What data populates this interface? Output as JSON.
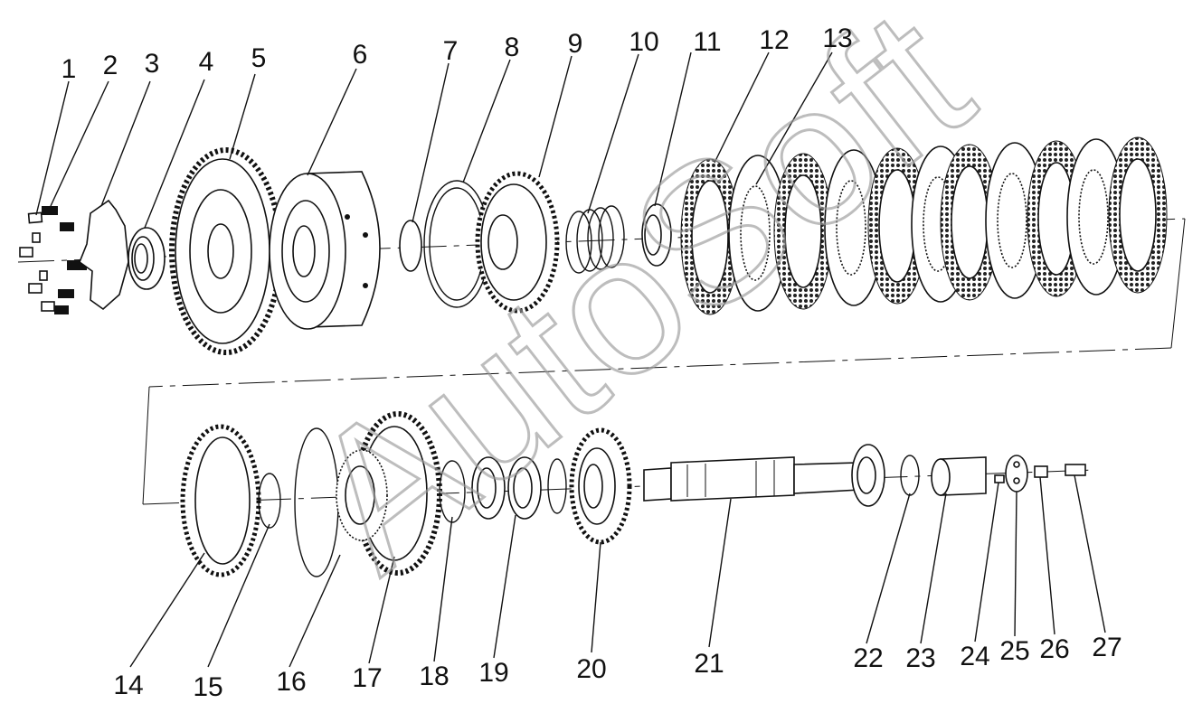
{
  "watermark": "AutoSoft",
  "labels": [
    "1",
    "2",
    "3",
    "4",
    "5",
    "6",
    "7",
    "8",
    "9",
    "10",
    "11",
    "12",
    "13",
    "14",
    "15",
    "16",
    "17",
    "18",
    "19",
    "20",
    "21",
    "22",
    "23",
    "24",
    "25",
    "26",
    "27"
  ]
}
